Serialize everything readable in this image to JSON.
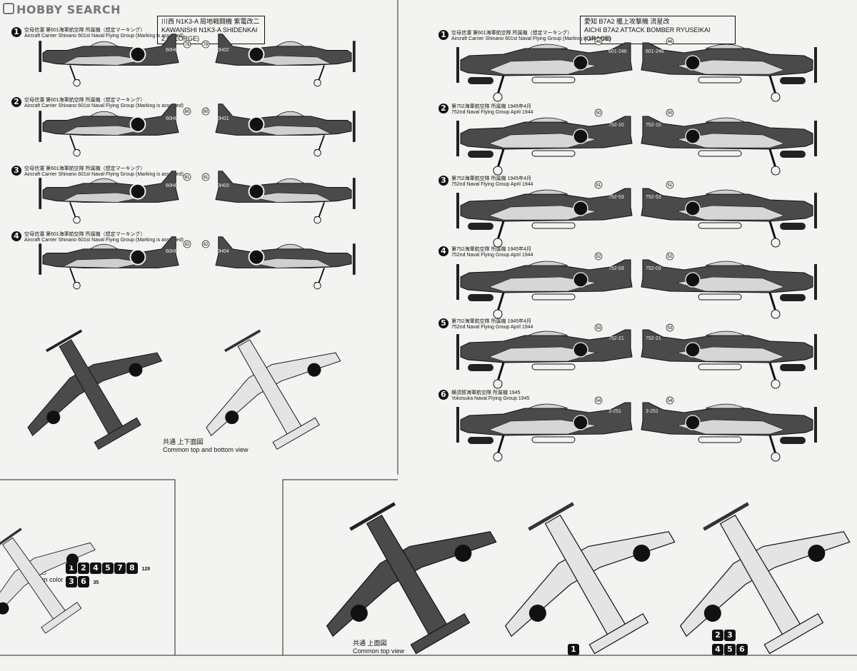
{
  "logo": "HOBBY SEARCH",
  "left": {
    "title_jp": "川西 N1K3-A 局地戦闘機 紫電改二",
    "title_en": "KAWANISHI N1K3-A SHIDENKAI 2 (GEORGE)",
    "variants": [
      {
        "n": "1",
        "jp": "空母信濃 第601海軍航空隊 所属機（想定マーキング）",
        "en": "Aircraft Carrier Shinano 601st Naval Flying Group (Marking is assumed)",
        "code": "60H02",
        "decal": "79"
      },
      {
        "n": "2",
        "jp": "空母信濃 第601海軍航空隊 所属機（想定マーキング）",
        "en": "Aircraft Carrier Shinano 601st Naval Flying Group (Marking is assumed)",
        "code": "60H01",
        "decal": "80"
      },
      {
        "n": "3",
        "jp": "空母信濃 第601海軍航空隊 所属機（想定マーキング）",
        "en": "Aircraft Carrier Shinano 601st Naval Flying Group (Marking is assumed)",
        "code": "60H03",
        "decal": "81"
      },
      {
        "n": "4",
        "jp": "空母信濃 第601海軍航空隊 所属機（想定マーキング）",
        "en": "Aircraft Carrier Shinano 601st Naval Flying Group (Marking is assumed)",
        "code": "60H04",
        "decal": "82"
      }
    ],
    "common_jp": "共通 上下面図",
    "common_en": "Common top and bottom view",
    "bottom_jp": "下面色",
    "bottom_en": "Bottom color",
    "bottom_row1": [
      "1",
      "2",
      "4",
      "5",
      "7",
      "8"
    ],
    "bottom_row1_code": "128",
    "bottom_row2": [
      "3",
      "6"
    ],
    "bottom_row2_code": "35"
  },
  "right": {
    "title_jp": "愛知 B7A2 艦上攻撃機 流星改",
    "title_en": "AICHI B7A2 ATTACK BOMBER RYUSEIKAI (GRACE)",
    "variants": [
      {
        "n": "1",
        "jp": "空母信濃 第601海軍航空隊 所属機（想定マーキング）",
        "en": "Aircraft Carrier Shinano 601st Naval Flying Group (Marking is assumed)",
        "code": "601-246",
        "decal": "46"
      },
      {
        "n": "2",
        "jp": "第752海軍航空隊 所属機 1945年4月",
        "en": "752nd Naval Flying Group April 1944",
        "code": "752-10",
        "decal": "50"
      },
      {
        "n": "3",
        "jp": "第752海軍航空隊 所属機 1945年4月",
        "en": "752nd Naval Flying Group April 1944",
        "code": "752-53",
        "decal": "51"
      },
      {
        "n": "4",
        "jp": "第752海軍航空隊 所属機 1945年4月",
        "en": "752nd Naval Flying Group April 1944",
        "code": "752-03",
        "decal": "52"
      },
      {
        "n": "5",
        "jp": "第752海軍航空隊 所属機 1945年4月",
        "en": "752nd Naval Flying Group April 1944",
        "code": "752-21",
        "decal": "53"
      },
      {
        "n": "6",
        "jp": "横須賀海軍航空隊 所属機 1945",
        "en": "Yokosuka Naval Flying Group 1945",
        "code": "3-251",
        "decal": "54"
      }
    ],
    "common_jp": "共通 上面図",
    "common_en": "Common top view",
    "views_a": [
      "1"
    ],
    "views_b": [
      "2",
      "3",
      "4",
      "5",
      "6"
    ]
  },
  "colors": {
    "dark_green": "#4a4a4a",
    "light_gray": "#d6d6d6",
    "ink": "#111111",
    "paper": "#f3f3f1"
  }
}
